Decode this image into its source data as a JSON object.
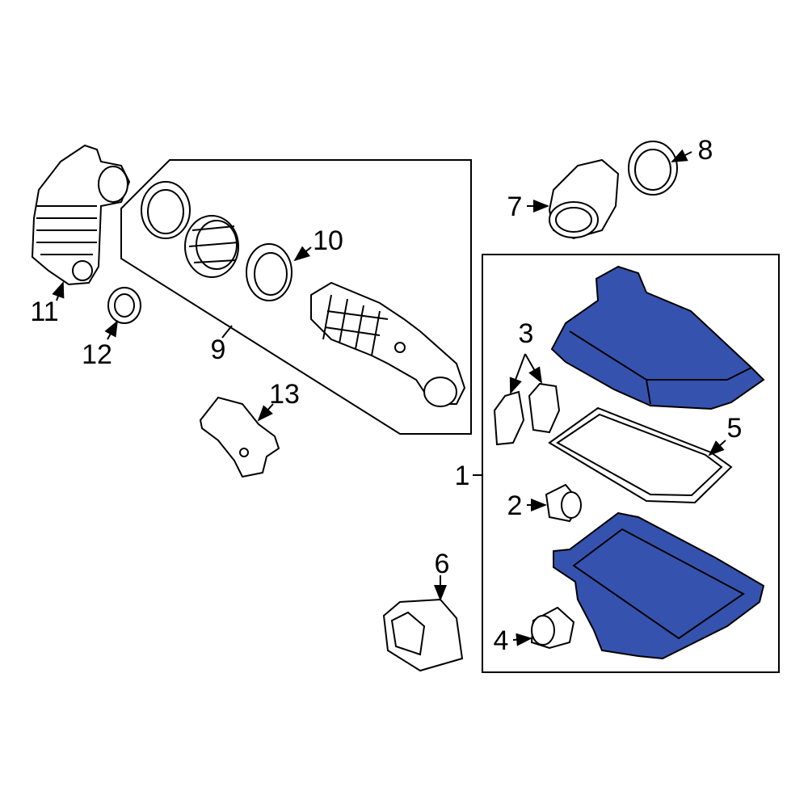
{
  "colors": {
    "highlight": "#3553ae",
    "line": "#000000",
    "background": "#ffffff"
  },
  "callouts": [
    {
      "number": "1",
      "part": "air-cleaner-assembly"
    },
    {
      "number": "2",
      "part": "grommet"
    },
    {
      "number": "3",
      "part": "seals"
    },
    {
      "number": "4",
      "part": "insulator"
    },
    {
      "number": "5",
      "part": "air-filter-element"
    },
    {
      "number": "6",
      "part": "duct"
    },
    {
      "number": "7",
      "part": "hose"
    },
    {
      "number": "8",
      "part": "clamp"
    },
    {
      "number": "9",
      "part": "air-intake-tube-group"
    },
    {
      "number": "10",
      "part": "clamp"
    },
    {
      "number": "11",
      "part": "resonator"
    },
    {
      "number": "12",
      "part": "seal"
    },
    {
      "number": "13",
      "part": "bracket"
    }
  ]
}
